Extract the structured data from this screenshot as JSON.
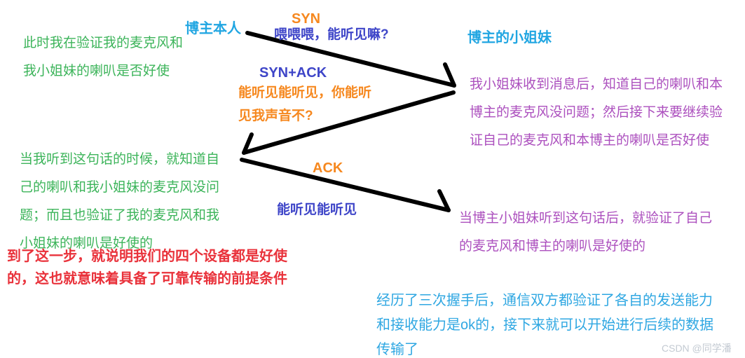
{
  "title": "TCP three-way handshake analogy diagram",
  "participants": {
    "blogger": "博主本人",
    "friend": "博主的小姐妹"
  },
  "handshake": {
    "step1": {
      "label": "SYN",
      "message": "喂喂喂，能听见嘛?"
    },
    "step2": {
      "label": "SYN+ACK",
      "message": "能听见能听见，你能听\n见我声音不?"
    },
    "step3": {
      "label": "ACK",
      "message": "能听见能听见"
    }
  },
  "notes": {
    "blogger_initial": "此时我在验证我的麦克风和\n我小姐妹的喇叭是否好使",
    "friend_after_syn": "我小姐妹收到消息后，知道自己的喇叭和本\n博主的麦克风没问题；然后接下来要继续验\n证自己的麦克风和本博主的喇叭是否好使",
    "blogger_after_synack": "当我听到这句话的时候，就知道自\n己的喇叭和我小姐妹的麦克风没问\n题；而且也验证了我的麦克风和我\n小姐妹的喇叭是好使的",
    "conclusion_devices": "到了这一步，就说明我们的四个设备都是好使\n的，这也就意味着具备了可靠传输的前提条件",
    "friend_after_ack": "当博主小姐妹听到这句话后，就验证了自己\n的麦克风和博主的喇叭是好使的",
    "summary": "经历了三次握手后，通信双方都验证了各自的发送能力\n和接收能力是ok的，接下来就可以开始进行后续的数据\n传输了"
  },
  "watermark": "CSDN @同学潘",
  "colors": {
    "cyan": "#21A6E2",
    "indigo": "#3E45C8",
    "orange": "#F6881F",
    "green": "#3CB45A",
    "purple": "#AC50BE",
    "red": "#E9323B",
    "lightblue": "#2FA7E2",
    "arrow": "#000000",
    "watermark": "#C3CAD2"
  }
}
